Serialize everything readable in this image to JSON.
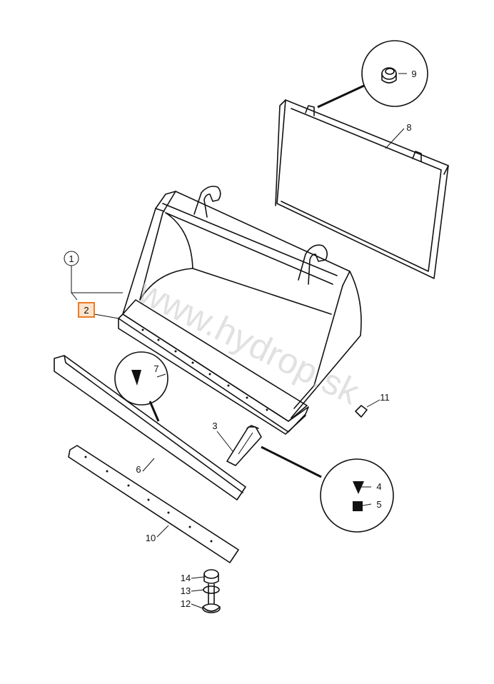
{
  "diagram": {
    "watermark": "www.hydrop.sk",
    "callouts": [
      {
        "id": "1",
        "label": "1"
      },
      {
        "id": "2",
        "label": "2",
        "highlighted": true,
        "highlight_color": "#f07a22"
      },
      {
        "id": "3",
        "label": "3"
      },
      {
        "id": "4",
        "label": "4"
      },
      {
        "id": "5",
        "label": "5"
      },
      {
        "id": "6",
        "label": "6"
      },
      {
        "id": "7",
        "label": "7"
      },
      {
        "id": "8",
        "label": "8"
      },
      {
        "id": "9",
        "label": "9"
      },
      {
        "id": "10",
        "label": "10"
      },
      {
        "id": "11",
        "label": "11"
      },
      {
        "id": "12",
        "label": "12"
      },
      {
        "id": "13",
        "label": "13"
      },
      {
        "id": "14",
        "label": "14"
      }
    ]
  }
}
